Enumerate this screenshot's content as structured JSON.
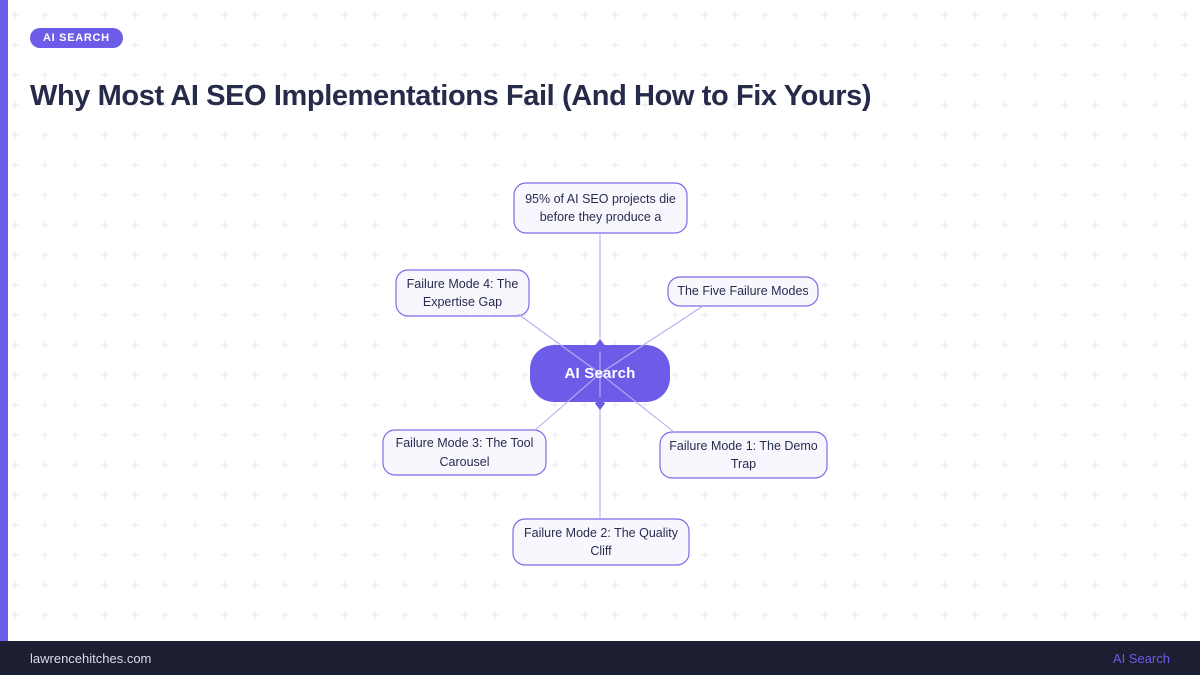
{
  "page": {
    "badge_label": "AI SEARCH",
    "title": "Why Most AI SEO Implementations Fail (And How to Fix Yours)"
  },
  "diagram": {
    "type": "mindmap",
    "center_node": {
      "label": "AI Search"
    },
    "nodes": [
      {
        "id": "stat",
        "position": "top",
        "label": "95% of AI SEO projects die before they produce a"
      },
      {
        "id": "mode4",
        "position": "upper-left",
        "label": "Failure Mode 4: The Expertise Gap"
      },
      {
        "id": "modes",
        "position": "upper-right",
        "label": "The Five Failure Modes"
      },
      {
        "id": "mode3",
        "position": "lower-left",
        "label": "Failure Mode 3: The Tool Carousel"
      },
      {
        "id": "mode1",
        "position": "lower-right",
        "label": "Failure Mode 1: The Demo Trap"
      },
      {
        "id": "mode2",
        "position": "bottom",
        "label": "Failure Mode 2: The Quality Cliff"
      }
    ]
  },
  "footer": {
    "site": "lawrencehitches.com",
    "brand": "AI Search"
  },
  "colors": {
    "accent_purple": "#6c5ce7",
    "node_border": "#7b6ce8",
    "node_fill": "#f8f7fe",
    "connector": "#b9aef2",
    "title_text": "#272b4a",
    "footer_bg": "#1c1e31",
    "grid_mark": "#ebebf2"
  }
}
